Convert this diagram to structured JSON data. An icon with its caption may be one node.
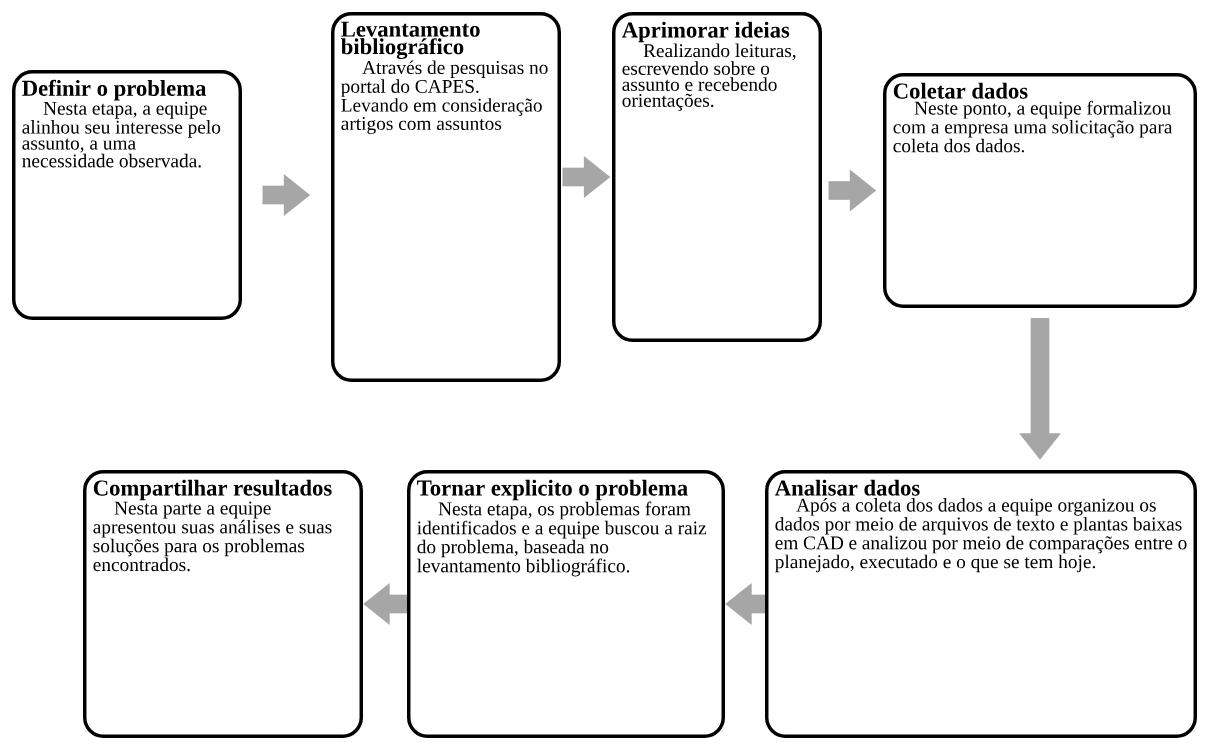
{
  "diagram": {
    "nodes": [
      {
        "text": [
          "Definir o problema",
          "Nesta etapa, a equipe alinhou seu interesse pelo assunto, a uma necessidade observada."
        ]
      },
      {
        "text": [
          "Levantamento bibliográfico",
          "Através de pesquisas no portal do CAPES. Levando em consideração artigos com assuntos"
        ]
      },
      {
        "text": [
          "Aprimorar ideias",
          "Realizando leituras, escrevendo sobre o assunto e recebendo orientações."
        ]
      },
      {
        "text": [
          "Coletar dados",
          "Neste ponto, a equipe formalizou com a empresa uma solicitação para coleta dos dados."
        ]
      },
      {
        "text": [
          "Analisar dados",
          "Após a coleta dos dados a equipe organizou os dados por meio de arquivos de texto e plantas baixas em CAD e analizou por meio de comparações entre o planejado, executado e o que se tem hoje."
        ]
      },
      {
        "text": [
          "Tornar explicito o problema",
          "Nesta etapa, os problemas foram identificados e a equipe buscou a raiz do problema, baseada no levantamento bibliográfico."
        ]
      },
      {
        "text": [
          "Compartilhar resultados",
          "Nesta parte a equipe apresentou suas análises e suas soluções para os problemas encontrados."
        ]
      }
    ],
    "edges": [
      {
        "from": 0,
        "to": 1,
        "arrow": "to"
      },
      {
        "from": 1,
        "to": 2,
        "arrow": "to"
      },
      {
        "from": 2,
        "to": 3,
        "arrow": "to"
      },
      {
        "from": 3,
        "to": 4,
        "arrow": "to"
      },
      {
        "from": 4,
        "to": 5,
        "arrow": "to"
      },
      {
        "from": 5,
        "to": 6,
        "arrow": "to"
      }
    ]
  }
}
